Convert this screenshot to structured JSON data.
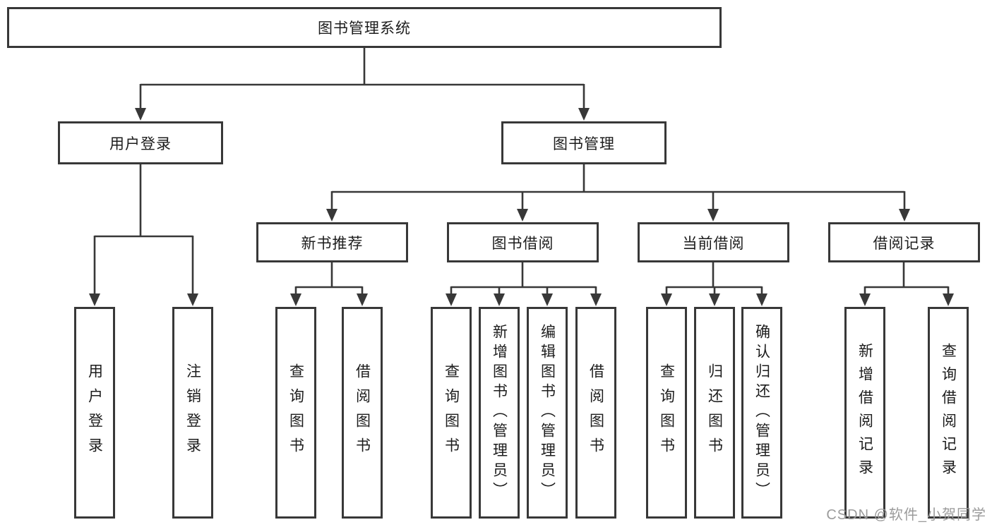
{
  "diagram": {
    "root": "图书管理系统",
    "level2": [
      "用户登录",
      "图书管理"
    ],
    "level3": [
      "新书推荐",
      "图书借阅",
      "当前借阅",
      "借阅记录"
    ],
    "leaves": [
      "用户登录",
      "注销登录",
      "查询图书",
      "借阅图书",
      "查询图书",
      "新增图书（管理员）",
      "编辑图书（管理员）",
      "借阅图书",
      "查询图书",
      "归还图书",
      "确认归还（管理员）",
      "新增借阅记录",
      "查询借阅记录"
    ]
  },
  "colors": {
    "line": "#383838",
    "box_border": "#383838",
    "text": "#1c1c1c",
    "background": "#ffffff",
    "watermark": "#9b9b9b"
  },
  "watermark": "CSDN @软件_小贺同学"
}
